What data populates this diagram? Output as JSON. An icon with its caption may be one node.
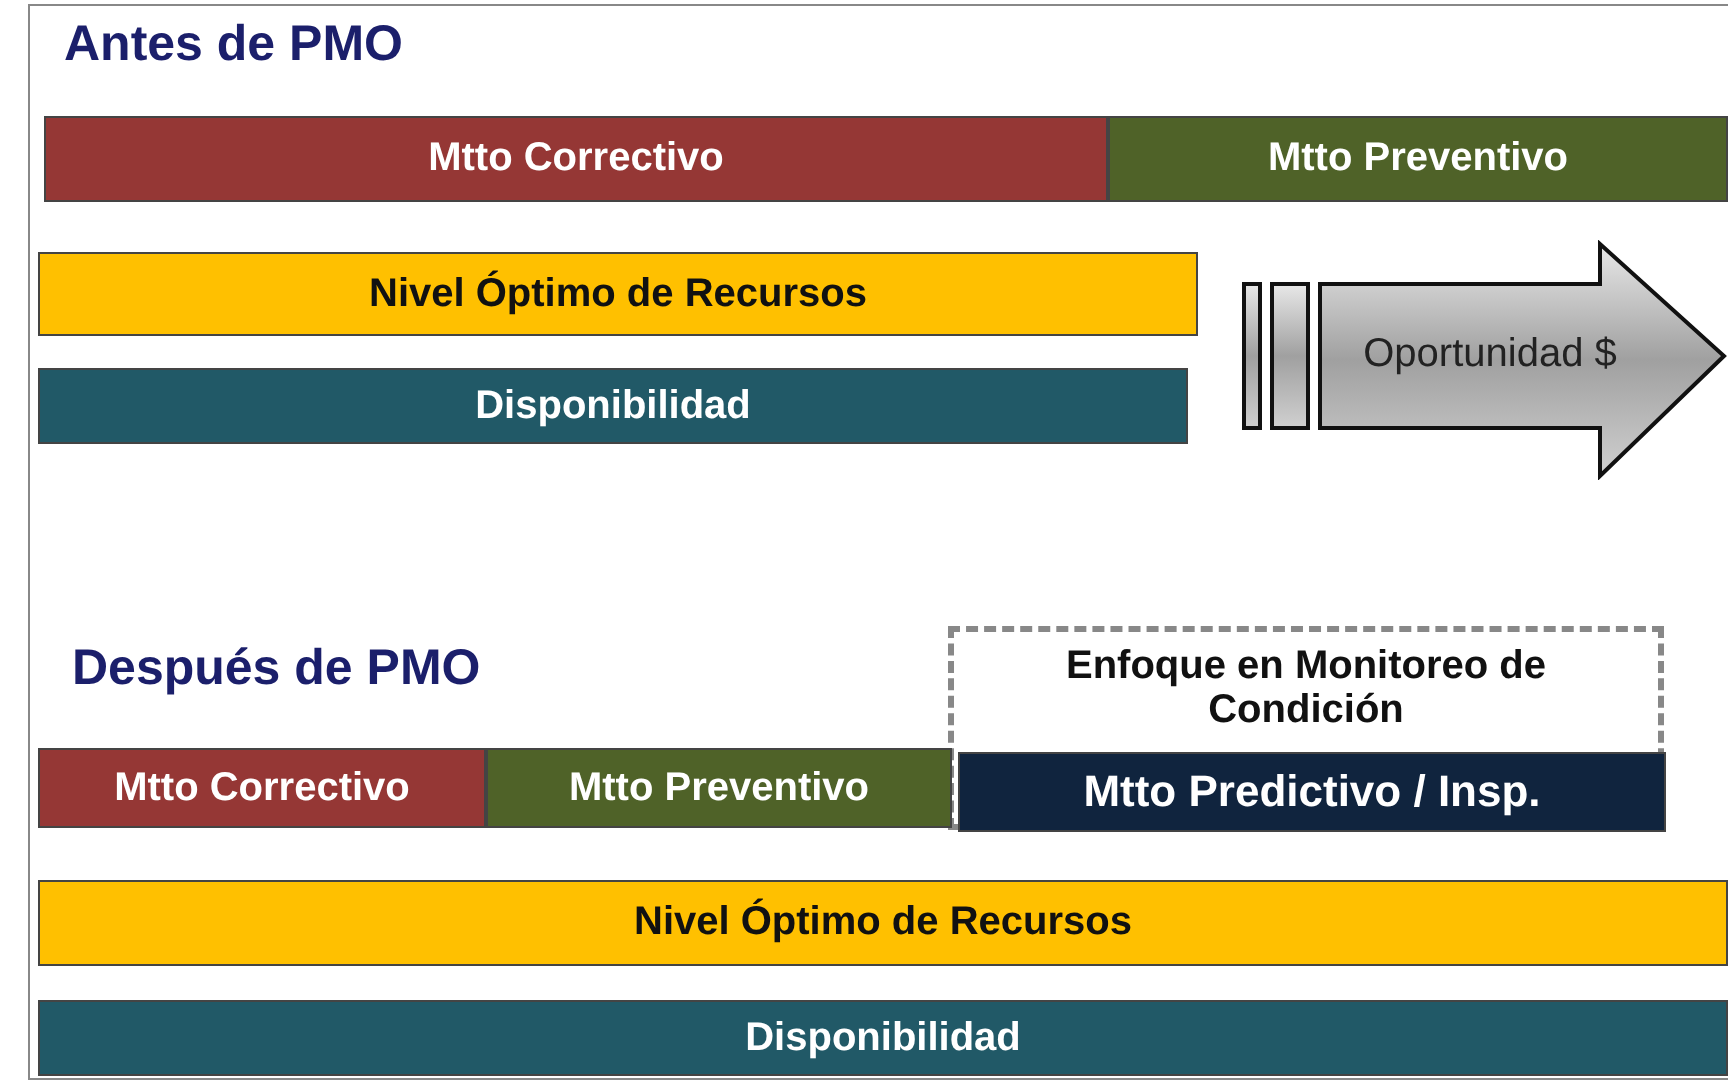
{
  "diagram": {
    "nodes": [
      {
        "text": [
          "Mtto Correctivo"
        ]
      },
      {
        "text": [
          "Mtto Preventivo"
        ]
      },
      {
        "text": [
          "Nivel Óptimo de Recursos"
        ]
      },
      {
        "text": [
          "Oportunidad $"
        ]
      },
      {
        "text": [
          "Disponibilidad"
        ]
      },
      {
        "text": [
          "Enfoque en Monitoreo de Condición"
        ]
      },
      {
        "text": [
          "Mtto Correctivo"
        ]
      },
      {
        "text": [
          "Mtto Preventivo"
        ]
      },
      {
        "text": [
          "Mtto Predictivo / Insp."
        ],
        "in": 5
      },
      {
        "text": [
          "Nivel Óptimo de Recursos"
        ]
      },
      {
        "text": [
          "Disponibilidad"
        ]
      }
    ],
    "edges": [],
    "labels": [
      "Antes de PMO",
      "Después de PMO"
    ]
  }
}
